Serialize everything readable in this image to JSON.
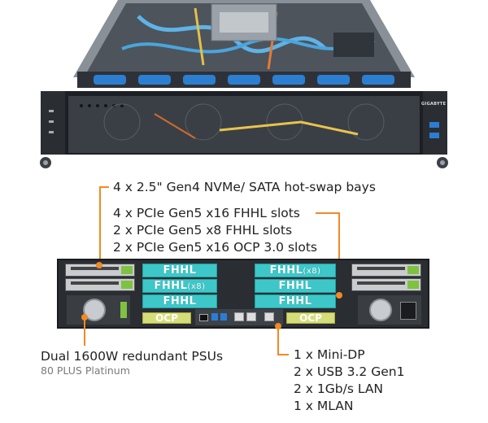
{
  "callouts": {
    "bays": "4 x 2.5\" Gen4 NVMe/ SATA hot-swap bays",
    "pcie_lines": [
      "4 x PCIe Gen5 x16 FHHL slots",
      "2 x PCIe Gen5 x8 FHHL slots",
      "2 x PCIe Gen5 x16 OCP 3.0 slots"
    ],
    "psu": "Dual 1600W redundant PSUs",
    "psu_sub": "80 PLUS Platinum",
    "io_lines": [
      "1 x Mini-DP",
      "2 x USB 3.2 Gen1",
      "2 x 1Gb/s LAN",
      "1 x MLAN"
    ]
  },
  "front_panel": {
    "brand": "GIGABYTE"
  },
  "rear_slots": {
    "left": [
      "FHHL",
      "FHHL",
      "FHHL"
    ],
    "left_x8_index": 1,
    "right": [
      "FHHL",
      "FHHL",
      "FHHL"
    ],
    "right_x8_index": 0,
    "x8_badge": "(x8)",
    "ocp": "OCP"
  },
  "colors": {
    "accent": "#f08a24",
    "slot": "#3ec7c9",
    "ocp": "#d5dc7a",
    "latch": "#7fc241"
  }
}
